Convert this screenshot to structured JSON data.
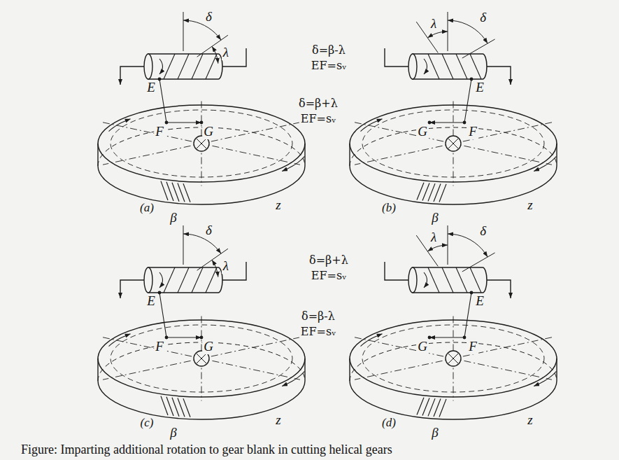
{
  "diagram": {
    "caption": "Figure: Imparting additional rotation to gear blank in cutting helical gears",
    "labels": [
      "δ",
      "λ",
      "E",
      "F",
      "G",
      "δ=β-λ",
      "EF=sᵥ",
      "λ",
      "δ",
      "E",
      "G",
      "F",
      "δ=β+λ",
      "EF=sᵥ",
      "z",
      "(a)",
      "β",
      "z",
      "(b)",
      "β",
      "δ",
      "λ",
      "δ=β+λ",
      "EF=sᵥ",
      "λ",
      "δ",
      "E",
      "E",
      "G",
      "F",
      "F",
      "G",
      "δ=β-λ",
      "EF=sᵥ",
      "z",
      "z",
      "(c)",
      "β",
      "(d)",
      "β"
    ]
  }
}
